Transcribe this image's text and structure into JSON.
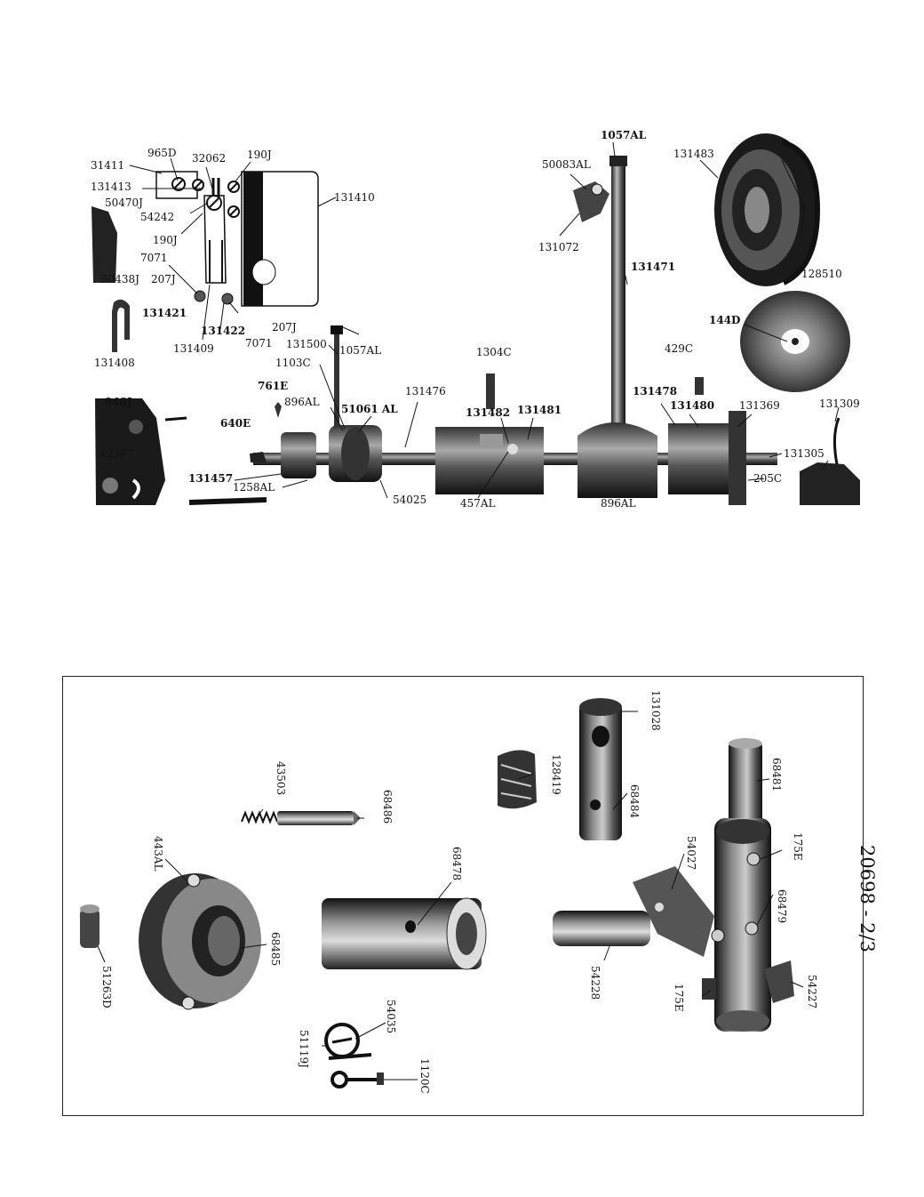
{
  "upper_figure": {
    "labels": {
      "p31411": "31411",
      "p965d": "965D",
      "p32062": "32062",
      "p190j_top": "190J",
      "p131413": "131413",
      "p50470j": "50470J",
      "p54242": "54242",
      "p131410": "131410",
      "p190j": "190J",
      "p7071_a": "7071",
      "p50438j": "50438J",
      "p207j_a": "207J",
      "p131421": "131421",
      "p131422": "131422",
      "p207j_b": "207J",
      "p131409": "131409",
      "p7071_b": "7071",
      "p131408": "131408",
      "p131500": "131500",
      "p1057al_a": "1057AL",
      "p1103c": "1103C",
      "p761e": "761E",
      "p896al": "896AL",
      "p51061al": "51061 AL",
      "p131476": "131476",
      "p948j": "948J",
      "p640e": "640E",
      "p42367": "42367",
      "p131457": "131457",
      "p1258al": "1258AL",
      "p54025": "54025",
      "p1057al_b": "1057AL",
      "p50083al": "50083AL",
      "p131072": "131072",
      "p131471": "131471",
      "p131483": "131483",
      "p128510": "128510",
      "p144d": "144D",
      "p1304c": "1304C",
      "p131482": "131482",
      "p131481": "131481",
      "p457al": "457AL",
      "p896al_b": "896AL",
      "p429c": "429C",
      "p131478": "131478",
      "p131480": "131480",
      "p131369": "131369",
      "p131309": "131309",
      "p131305": "131305",
      "p205c": "205C"
    }
  },
  "lower_figure": {
    "plate_number": "20698 - 2/3",
    "labels": {
      "p131028": "131028",
      "p128419": "128419",
      "p68484": "68484",
      "p68481": "68481",
      "p43503": "43503",
      "p68486": "68486",
      "p443al": "443AL",
      "p68478": "68478",
      "p54027": "54027",
      "p175e_a": "175E",
      "p68479": "68479",
      "p68485": "68485",
      "p54228": "54228",
      "p175e_b": "175E",
      "p54227": "54227",
      "p51263d": "51263D",
      "p54035": "54035",
      "p51119j": "51119J",
      "p1120c": "1120C"
    }
  }
}
